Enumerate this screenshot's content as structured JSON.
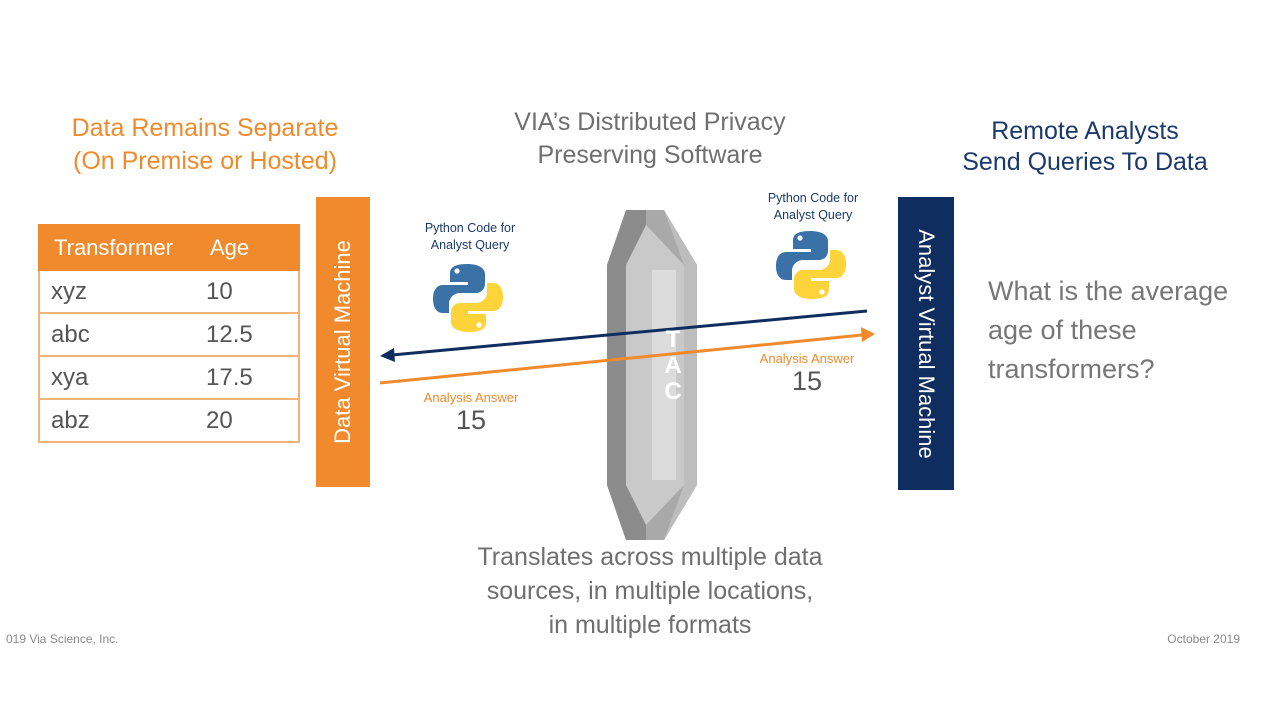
{
  "left_heading": {
    "line1": "Data Remains Separate",
    "line2": "(On Premise or Hosted)"
  },
  "mid_heading": {
    "line1": "VIA’s Distributed Privacy",
    "line2": "Preserving Software"
  },
  "right_heading": {
    "line1": "Remote Analysts",
    "line2": "Send Queries To Data"
  },
  "table": {
    "headers": [
      "Transformer",
      "Age"
    ],
    "rows": [
      [
        "xyz",
        "10"
      ],
      [
        "abc",
        "12.5"
      ],
      [
        "xya",
        "17.5"
      ],
      [
        "abz",
        "20"
      ]
    ]
  },
  "data_vm_label": "Data Virtual Machine",
  "analyst_vm_label": "Analyst Virtual Machine",
  "python_caption_left": {
    "line1": "Python Code for",
    "line2": "Analyst Query"
  },
  "python_caption_right": {
    "line1": "Python Code for",
    "line2": "Analyst Query"
  },
  "tac": [
    "T",
    "A",
    "C"
  ],
  "answer_left": {
    "label": "Analysis Answer",
    "value": "15"
  },
  "answer_right": {
    "label": "Analysis Answer",
    "value": "15"
  },
  "question": "What is the average age of these transformers?",
  "bottom_text": {
    "line1": "Translates across multiple data",
    "line2": "sources, in multiple locations,",
    "line3": "in multiple formats"
  },
  "footer_left": "019 Via Science, Inc.",
  "footer_right": "October 2019",
  "colors": {
    "orange": "#f08a2c",
    "navy": "#0f2d5e",
    "gray": "#6f6f6f",
    "python_blue": "#3a72a8",
    "python_yellow": "#ffd43b"
  },
  "icons": [
    "python-logo-icon",
    "arrow-left-icon",
    "arrow-right-icon",
    "tac-prism-icon"
  ]
}
